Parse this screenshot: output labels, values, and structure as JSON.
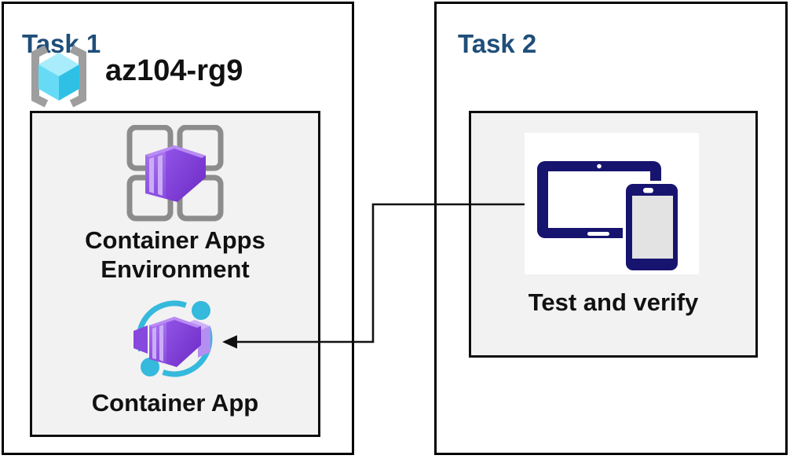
{
  "task1": {
    "title": "Task 1",
    "resource_group": {
      "name": "az104-rg9",
      "icon": "resource-group-icon"
    },
    "nodes": [
      {
        "label": "Container Apps Environment",
        "icon": "container-apps-environment-icon"
      },
      {
        "label": "Container App",
        "icon": "container-app-icon"
      }
    ]
  },
  "task2": {
    "title": "Task 2",
    "nodes": [
      {
        "label": "Test and verify",
        "icon": "tablet-and-phone-icon"
      }
    ]
  },
  "connector": {
    "from": "Test and verify",
    "to": "Container App",
    "type": "elbow-arrow",
    "arrowhead": "left"
  },
  "colors": {
    "task_title": "#1F4E79",
    "panel_bg": "#F2F2F2",
    "border": "#000000",
    "purple_accent": "#8A4DDF",
    "cyan_accent": "#35B9DC",
    "navy_device": "#17146F",
    "gray_icon": "#8C8C8C",
    "cube_cyan": "#2FC1E5"
  }
}
